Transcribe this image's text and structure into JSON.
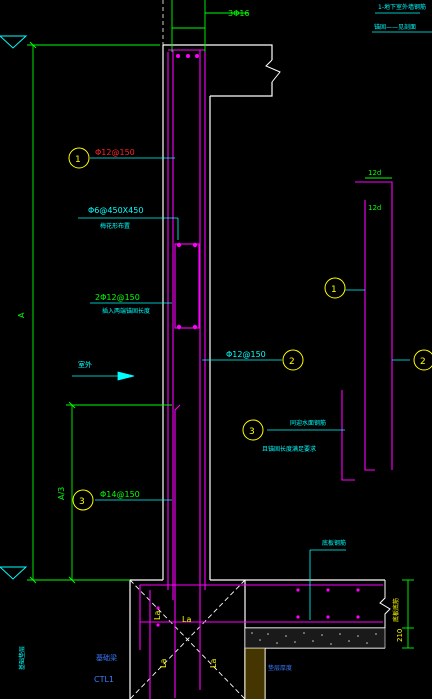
{
  "colors": {
    "background": "#000000",
    "wall": "#ffffff",
    "rebar": "#ff00ff",
    "dimension": "#00ff00",
    "leader": "#00ffff",
    "label_yellow": "#ffff00",
    "label_red": "#ff0000",
    "label_green": "#00ff00",
    "label_cyan": "#00ffff",
    "label_blue": "#3a7bff"
  },
  "labels": {
    "top_bars": "3Φ16",
    "top_right_note_1": "1-地下室外墙钢筋",
    "top_right_note_2": "锚固——见剖面",
    "bar1_spec": "Φ12@150",
    "stirrup_spec": "Φ6@450X450",
    "stirrup_note": "梅花形布置",
    "bar_2phi12": "2Φ12@150",
    "bar_2phi12_note": "插入两端锚固长度",
    "bar2_spec": "Φ12@150",
    "outside_label": "室外",
    "bar3_note_1": "同迎水面钢筋",
    "bar3_note_2": "且锚固长度满足要求",
    "bar3_spec": "Φ14@150",
    "dim_A": "A",
    "dim_A3": "A/3",
    "dim_12d_top": "12d",
    "dim_12d": "12d",
    "slab_rebar": "底板钢筋",
    "slab_note": "底板底筋",
    "la_1": "La",
    "la_2": "La",
    "la_3": "La",
    "la_4": "La",
    "dim_210": "210",
    "column_bar": "基础梁",
    "column_name": "CTL1",
    "bottom_right_tag": "垫层厚度",
    "left_bottom_note": "基础垫层",
    "marker_1": "1",
    "marker_2": "2",
    "marker_3": "3"
  }
}
